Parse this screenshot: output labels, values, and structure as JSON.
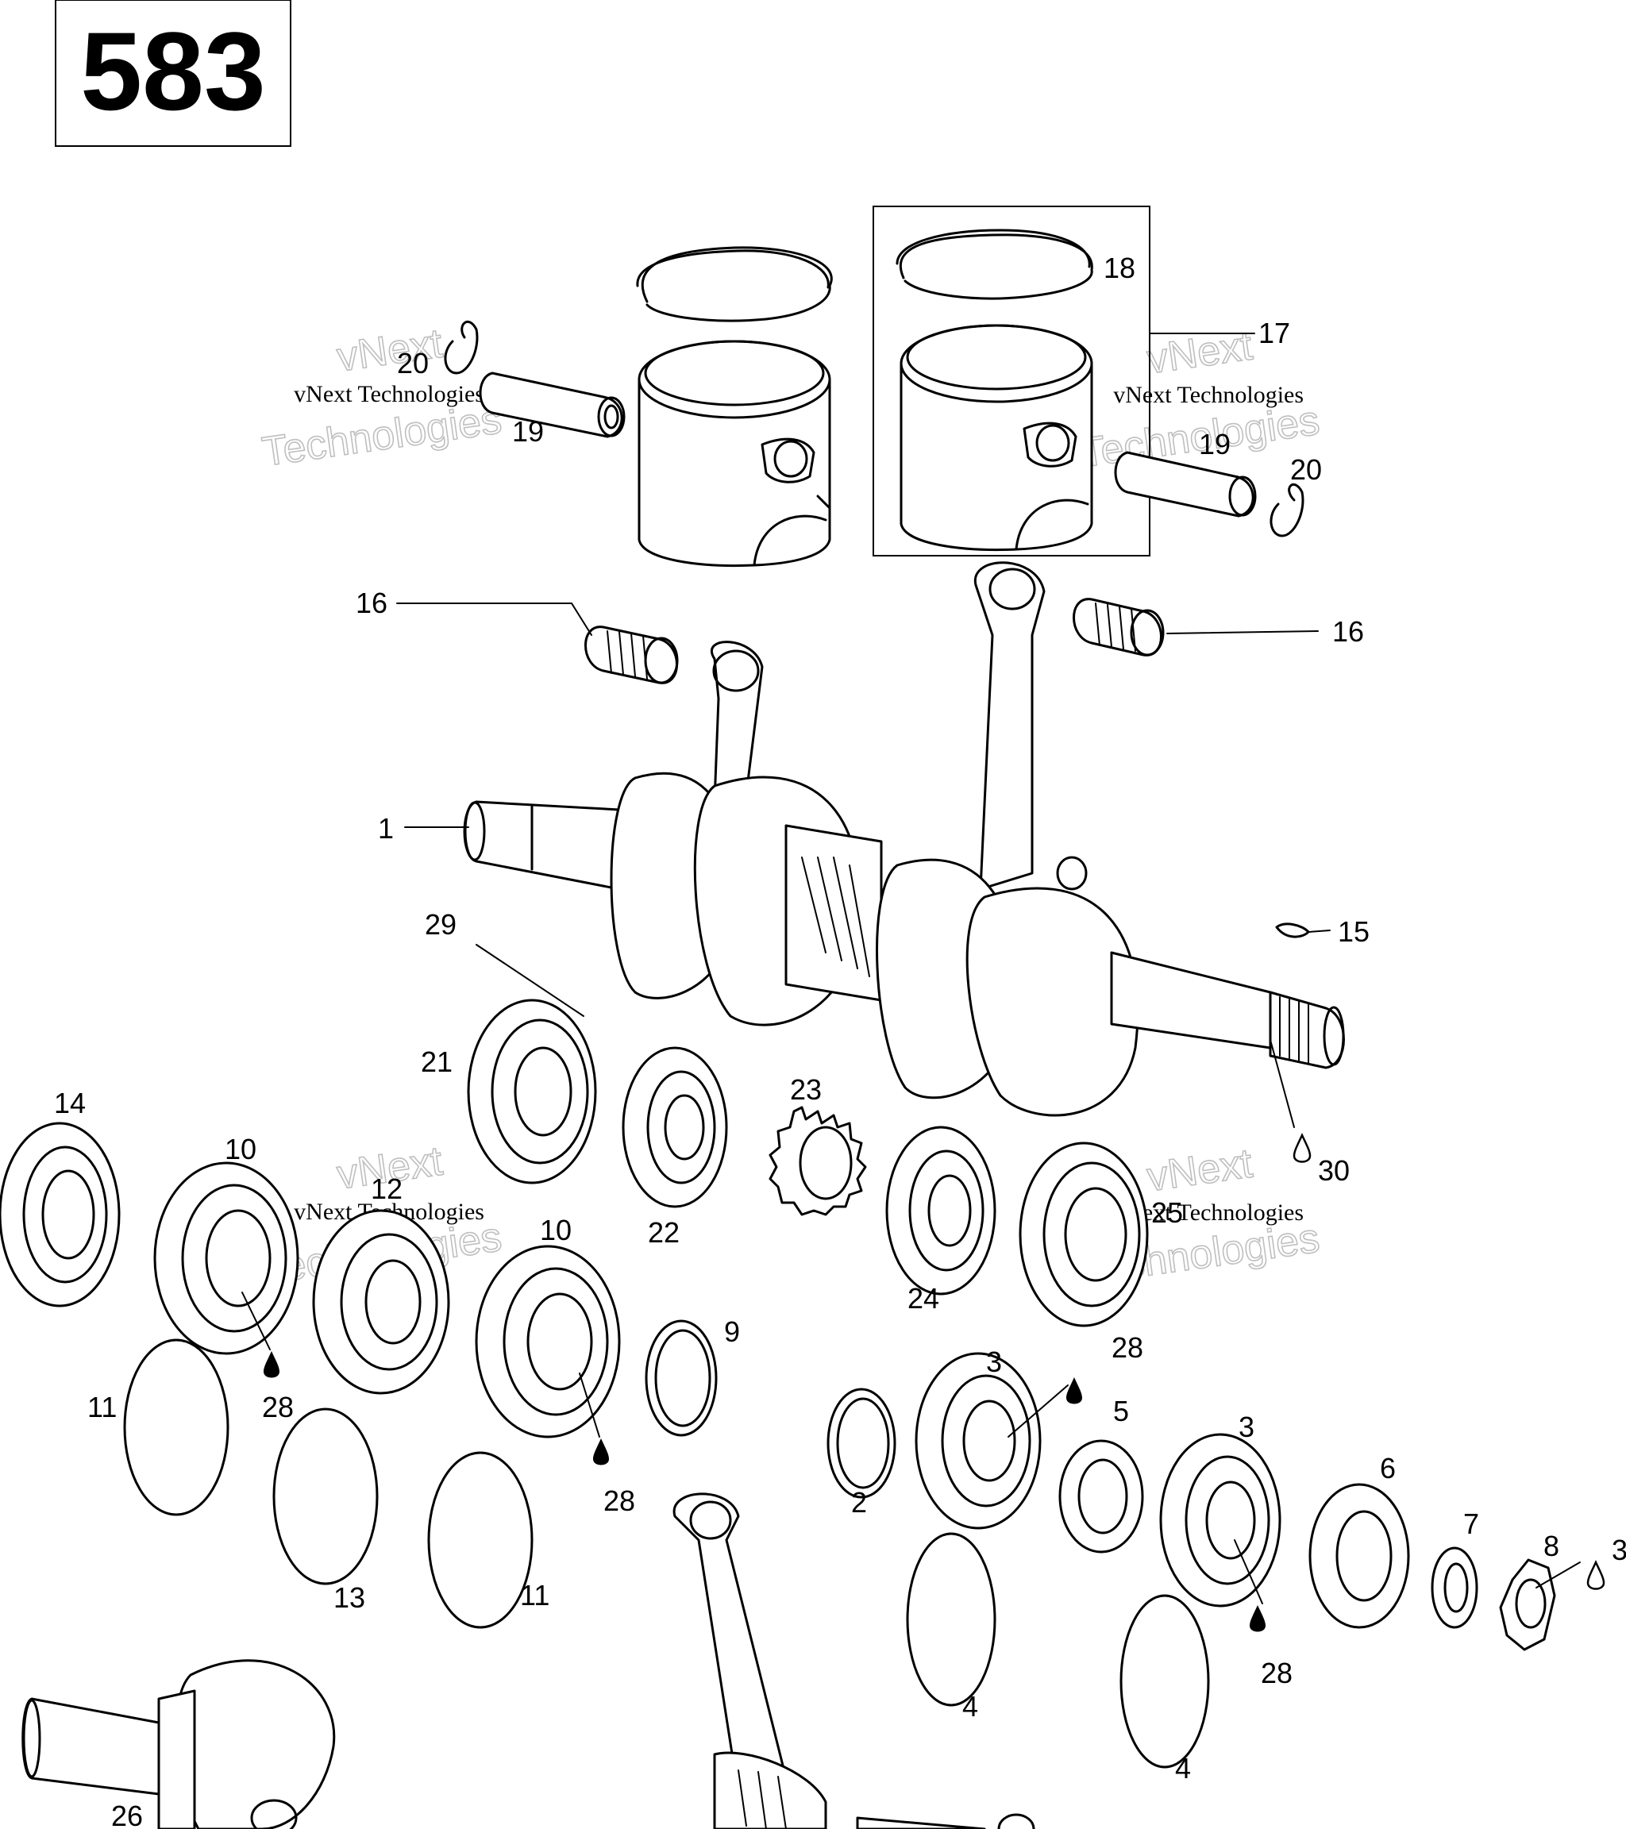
{
  "page_title": "583",
  "watermark": {
    "line1": "vNext Technologies",
    "line2_top": "vNext",
    "line2_bottom": "Technologies"
  },
  "callouts": {
    "n1": "1",
    "n2": "2",
    "n3": "3",
    "n4": "4",
    "n5": "5",
    "n6": "6",
    "n7": "7",
    "n8": "8",
    "n9": "9",
    "n10": "10",
    "n11": "11",
    "n12": "12",
    "n13": "13",
    "n14": "14",
    "n15": "15",
    "n16": "16",
    "n17": "17",
    "n18": "18",
    "n19": "19",
    "n20": "20",
    "n21": "21",
    "n22": "22",
    "n23": "23",
    "n24": "24",
    "n25": "25",
    "n26": "26",
    "n28": "28",
    "n29": "29",
    "n30": "30"
  },
  "icons": [
    "oil-drop-icon"
  ]
}
